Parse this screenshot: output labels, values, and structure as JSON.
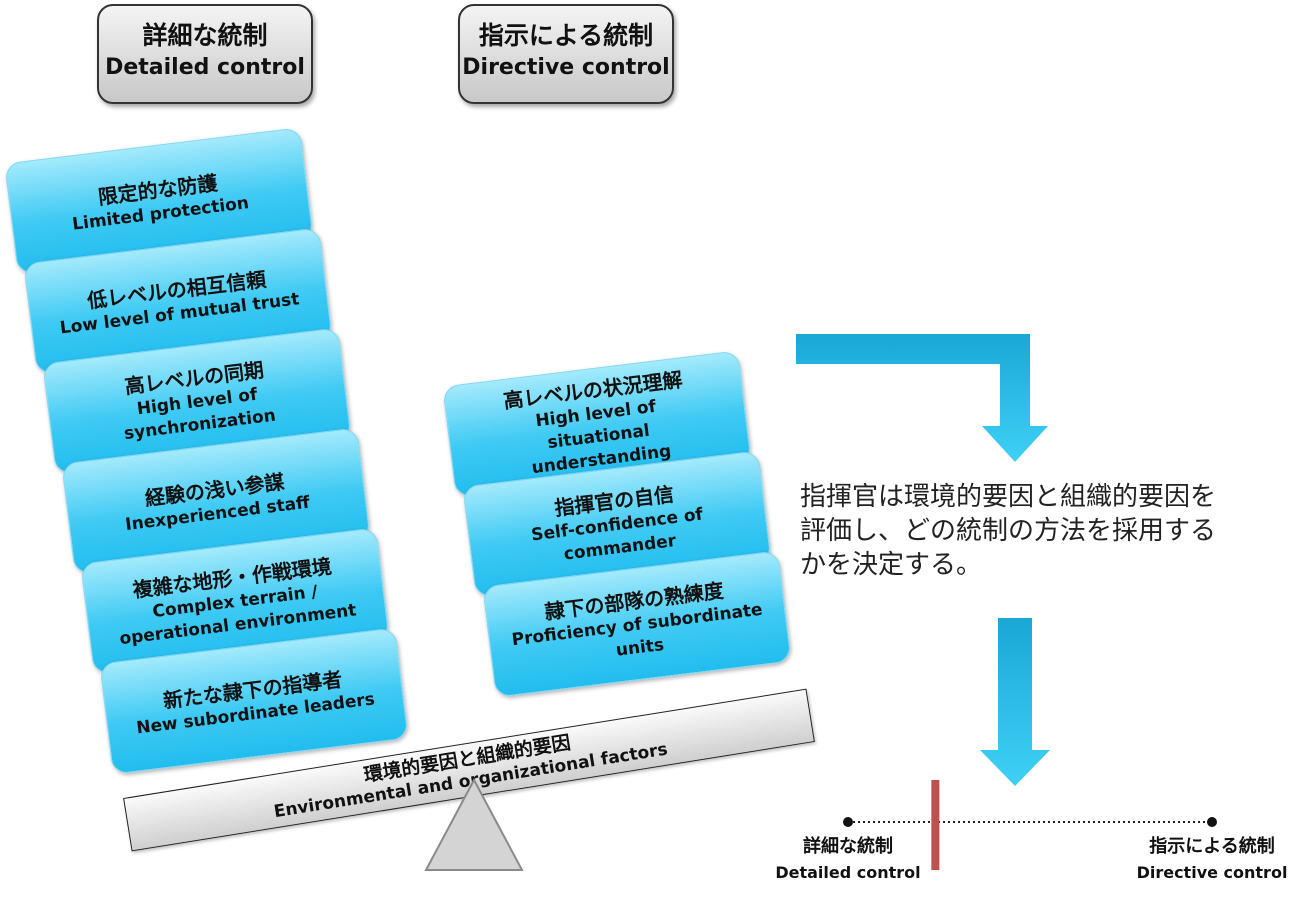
{
  "headers": {
    "detailed": {
      "jp": "詳細な統制",
      "en": "Detailed control"
    },
    "directive": {
      "jp": "指示による統制",
      "en": "Directive control"
    }
  },
  "left_factors": [
    {
      "jp": "限定的な防護",
      "en": "Limited protection"
    },
    {
      "jp": "低レベルの相互信頼",
      "en": "Low level of mutual trust"
    },
    {
      "jp": "高レベルの同期",
      "en": "High level of synchronization"
    },
    {
      "jp": "経験の浅い参謀",
      "en": "Inexperienced staff"
    },
    {
      "jp": "複雑な地形・作戦環境",
      "en": "Complex terrain / operational environment"
    },
    {
      "jp": "新たな隷下の指導者",
      "en": "New subordinate leaders"
    }
  ],
  "right_factors": [
    {
      "jp": "高レベルの状況理解",
      "en": "High level of situational understanding"
    },
    {
      "jp": "指揮官の自信",
      "en": "Self-confidence of commander"
    },
    {
      "jp": "隷下の部隊の熟練度",
      "en": "Proficiency of subordinate units"
    }
  ],
  "beam": {
    "jp": "環境的要因と組織的要因",
    "en": "Environmental and organizational factors"
  },
  "description": "指揮官は環境的要因と組織的要因を評価し、どの統制の方法を採用するかを決定する。",
  "scale": {
    "left": {
      "jp": "詳細な統制",
      "en": "Detailed control"
    },
    "right": {
      "jp": "指示による統制",
      "en": "Directive control"
    },
    "marker_position": 0.24,
    "marker_color": "#c0504d"
  },
  "colors": {
    "factor_fill": "#3fcaf4",
    "arrow": "#29c1ee",
    "fulcrum": "#d4d4d4"
  }
}
